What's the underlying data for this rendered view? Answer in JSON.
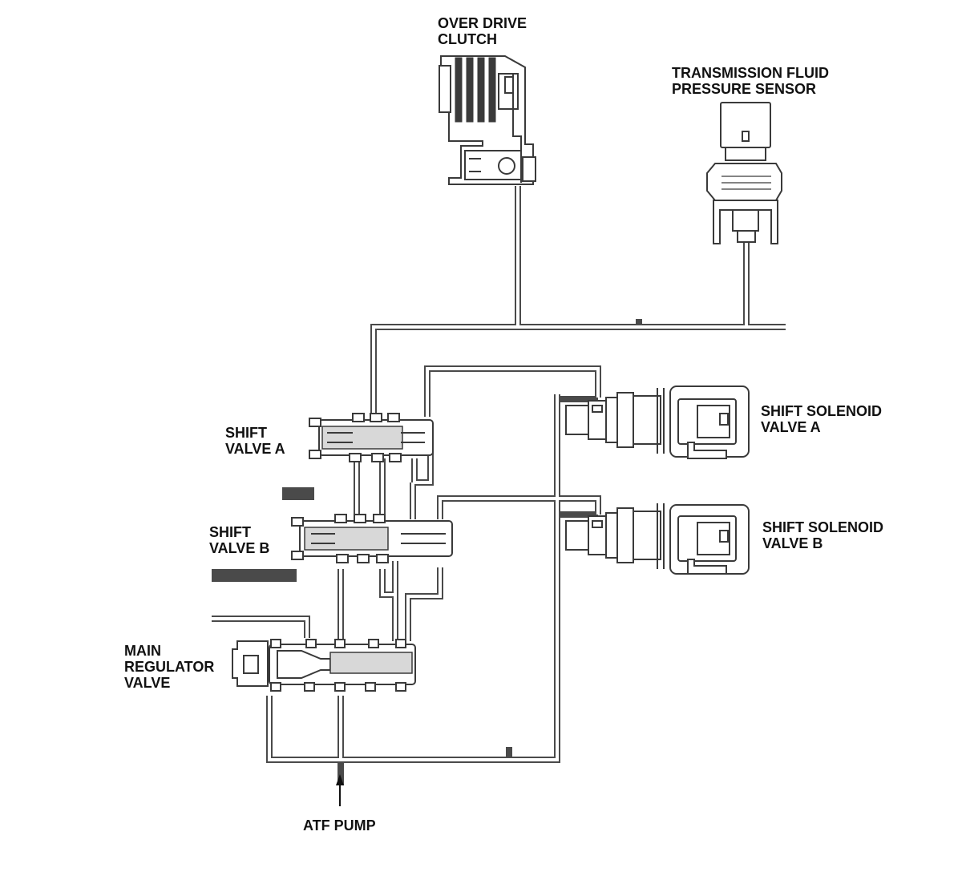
{
  "labels": {
    "over_drive_clutch": [
      "OVER DRIVE",
      "CLUTCH"
    ],
    "fluid_pressure_sensor": [
      "TRANSMISSION FLUID",
      "PRESSURE SENSOR"
    ],
    "shift_valve_a": [
      "SHIFT",
      "VALVE A"
    ],
    "shift_valve_b": [
      "SHIFT",
      "VALVE B"
    ],
    "shift_solenoid_a": [
      "SHIFT SOLENOID",
      "VALVE A"
    ],
    "shift_solenoid_b": [
      "SHIFT SOLENOID",
      "VALVE B"
    ],
    "main_regulator_valve": [
      "MAIN",
      "REGULATOR",
      "VALVE"
    ],
    "atf_pump": "ATF PUMP"
  },
  "colors": {
    "line": "#4a4a4a",
    "part": "#3a3a3a",
    "background": "#ffffff",
    "text": "#111111"
  }
}
